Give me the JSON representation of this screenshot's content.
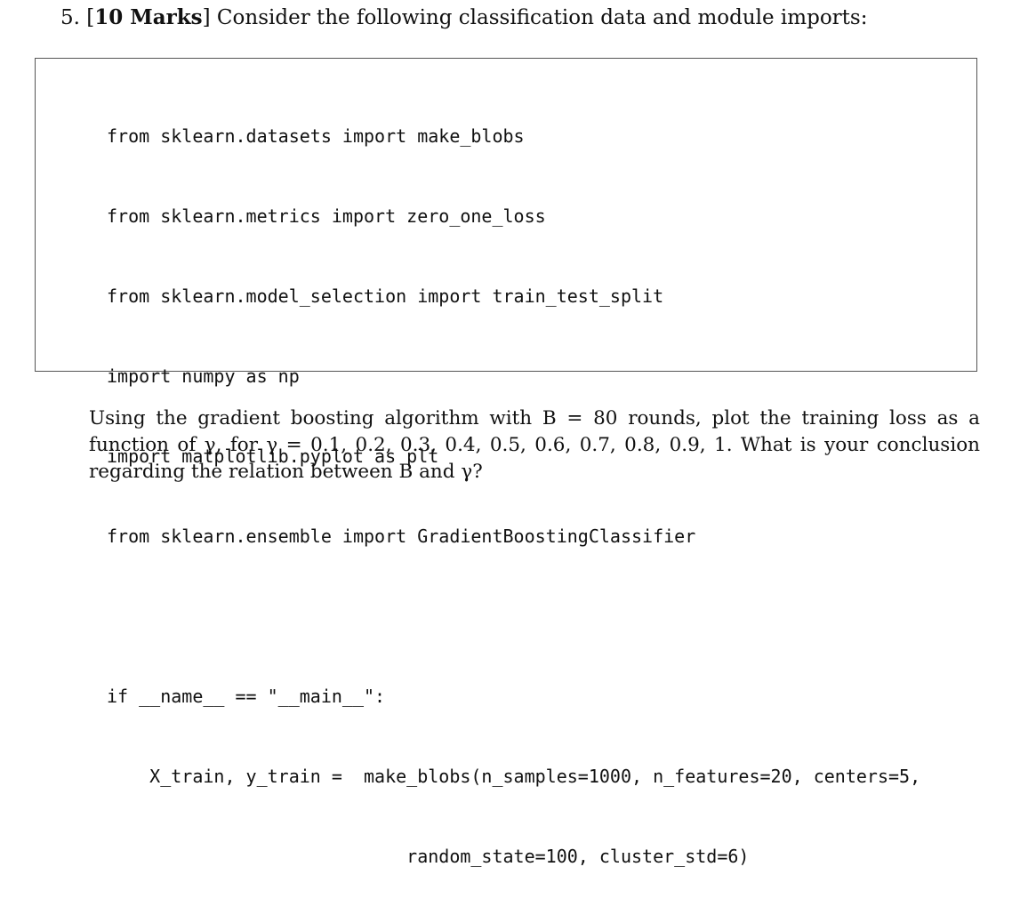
{
  "question": {
    "number": "5.",
    "marks_open": "[",
    "marks": "10 Marks",
    "marks_close": "]",
    "prompt": " Consider the following classification data and module imports:"
  },
  "code": {
    "lines": [
      "from sklearn.datasets import make_blobs",
      "from sklearn.metrics import zero_one_loss",
      "from sklearn.model_selection import train_test_split",
      "import numpy as np",
      "import matplotlib.pyplot as plt",
      "from sklearn.ensemble import GradientBoostingClassifier",
      "",
      "if __name__ == \"__main__\":",
      "    X_train, y_train =  make_blobs(n_samples=1000, n_features=20, centers=5,",
      "                            random_state=100, cluster_std=6)"
    ]
  },
  "task": {
    "text": "Using the gradient boosting algorithm with B = 80 rounds, plot the training loss as a function of γ, for γ = 0.1, 0.2, 0.3, 0.4, 0.5, 0.6, 0.7, 0.8, 0.9, 1. What is your conclusion regarding the relation between B and γ?"
  }
}
